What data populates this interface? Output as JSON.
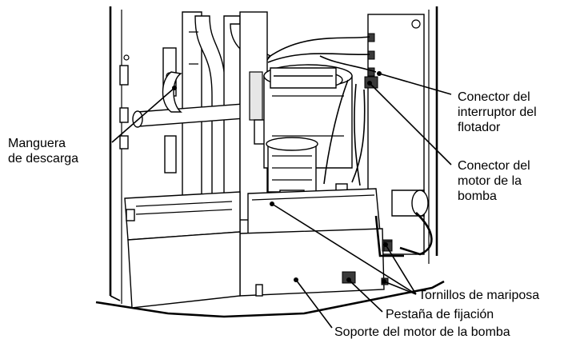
{
  "labels": {
    "drain_hose": "Manguera\nde descarga",
    "float_switch_connector": "Conector del\ninterruptor del\nflotador",
    "pump_motor_connector": "Conector del\nmotor de la\nbomba",
    "wing_screws": "Tornillos de mariposa",
    "locking_tab": "Pestaña de fijación",
    "pump_motor_bracket": "Soporte del motor de la bomba"
  },
  "colors": {
    "line": "#000000",
    "background": "#ffffff"
  }
}
